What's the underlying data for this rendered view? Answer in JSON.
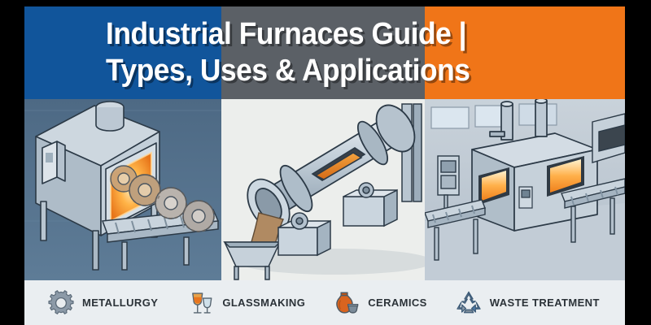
{
  "frame": {
    "border_color": "#000000"
  },
  "header": {
    "bands": [
      {
        "name": "blue",
        "color": "#11559b"
      },
      {
        "name": "gray",
        "color": "#5b6066"
      },
      {
        "name": "orange",
        "color": "#f07518"
      }
    ],
    "title_lines": [
      "Industrial Furnaces Guide |",
      "Types, Uses & Applications"
    ],
    "title_color": "#ffffff",
    "shadow_color": "#000000"
  },
  "illustration": {
    "panels": [
      {
        "name": "box-furnace-with-gears",
        "background": "#55718d",
        "accent_glow": "#ffb24d",
        "description": "Box furnace with glowing interior and gears on roller conveyor"
      },
      {
        "name": "rotary-kiln",
        "background": "#eceeec",
        "accent_glow": "#e9812a",
        "description": "Rotary kiln discharging material into a hopper"
      },
      {
        "name": "conveyor-tunnel-furnace",
        "background": "#bfc9d4",
        "accent_glow": "#ffa63a",
        "description": "Continuous conveyor tunnel furnace in factory hall"
      }
    ],
    "metal_color": "#b8c4ce",
    "outline_color": "#2d3b48"
  },
  "footer": {
    "background": "#eaeef1",
    "label_color": "#2b3238",
    "items": [
      {
        "label": "METALLURGY",
        "icon": "gear-icon",
        "icon_color": "#8b9aa8"
      },
      {
        "label": "GLASSMAKING",
        "icon": "glasses-icon",
        "icon_color": "#e2801e"
      },
      {
        "label": "CERAMICS",
        "icon": "pottery-icon",
        "icon_color": "#d9641f"
      },
      {
        "label": "WASTE TREATMENT",
        "icon": "recycle-icon",
        "icon_color": "#3f6f9e"
      }
    ]
  }
}
